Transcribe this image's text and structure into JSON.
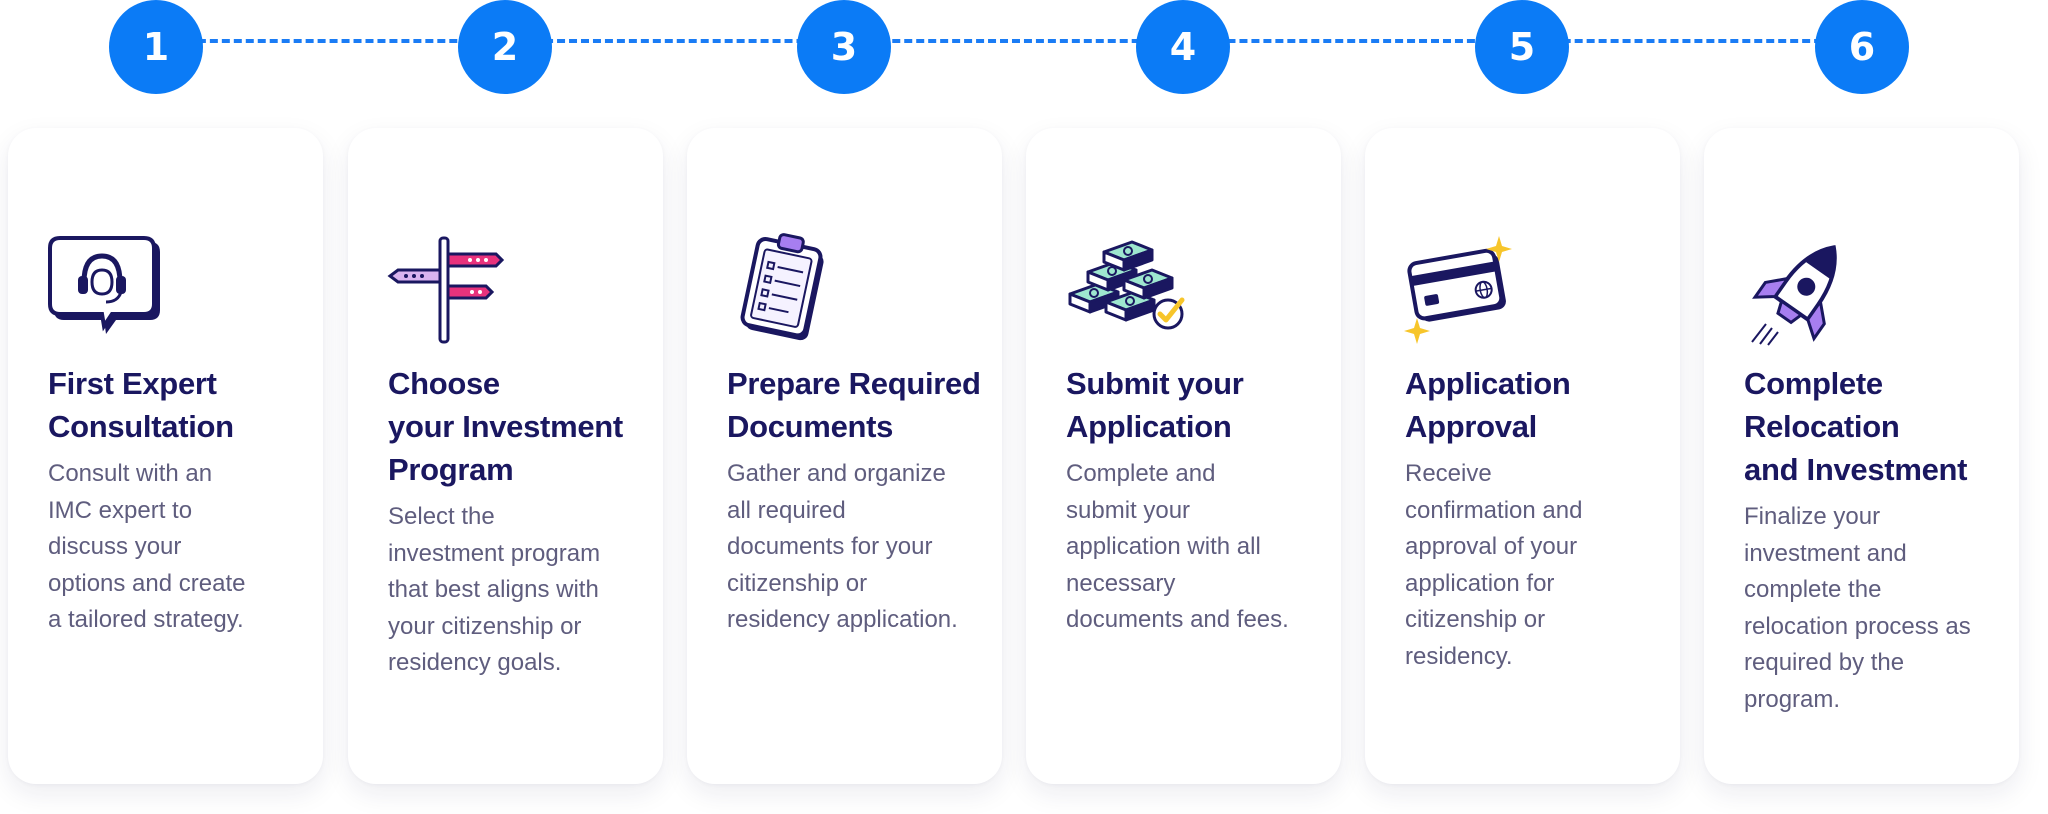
{
  "steps": [
    {
      "number": "1",
      "icon": "headset-chat-icon",
      "title": [
        "First Expert",
        "Consultation"
      ],
      "description": [
        "Consult with an",
        "IMC expert to",
        "discuss your",
        "options and create",
        "a tailored strategy."
      ]
    },
    {
      "number": "2",
      "icon": "signpost-icon",
      "title": [
        "Choose",
        "your Investment",
        "Program"
      ],
      "description": [
        "Select the",
        "investment program",
        "that best aligns with",
        "your citizenship or",
        "residency goals."
      ]
    },
    {
      "number": "3",
      "icon": "clipboard-checklist-icon",
      "title": [
        "Prepare Required",
        "Documents"
      ],
      "description": [
        "Gather and organize",
        "all required",
        "documents for your",
        "citizenship or",
        "residency application."
      ]
    },
    {
      "number": "4",
      "icon": "money-stack-check-icon",
      "title": [
        "Submit your",
        "Application"
      ],
      "description": [
        "Complete and",
        "submit your",
        "application with all",
        "necessary",
        "documents and fees."
      ]
    },
    {
      "number": "5",
      "icon": "credit-card-sparkle-icon",
      "title": [
        "Application",
        "Approval"
      ],
      "description": [
        "Receive",
        "confirmation and",
        "approval of your",
        "application for",
        "citizenship or",
        "residency."
      ]
    },
    {
      "number": "6",
      "icon": "rocket-icon",
      "title": [
        "Complete",
        "Relocation",
        "and Investment"
      ],
      "description": [
        "Finalize your",
        "investment and",
        "complete the",
        "relocation process as",
        "required by the",
        "program."
      ]
    }
  ],
  "colors": {
    "accent": "#0b7bf6",
    "title": "#1a1760",
    "text": "#5f5d7e",
    "pink": "#e8327c",
    "purple": "#a77ef0",
    "mint": "#9ee6cf",
    "yellow": "#f7c52a"
  }
}
